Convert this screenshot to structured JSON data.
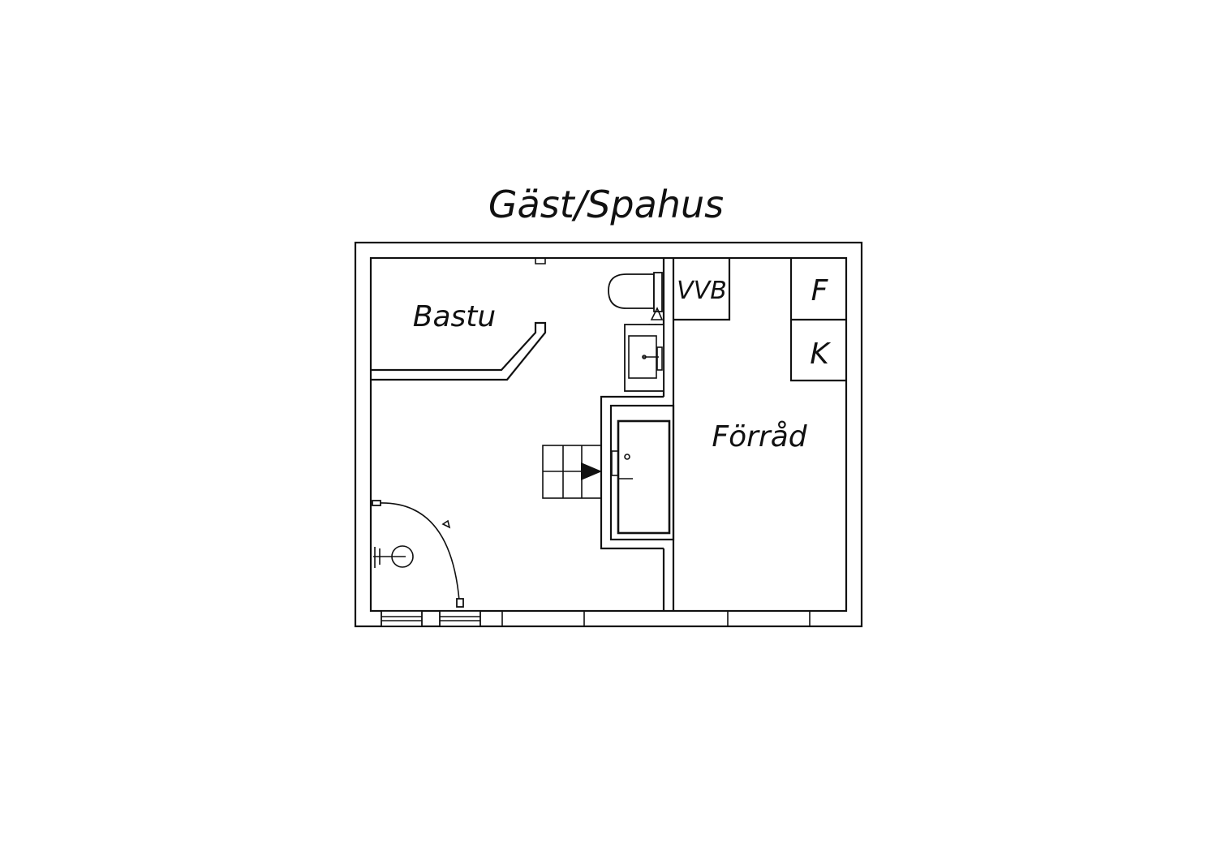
{
  "title": "Gäst/Spahus",
  "rooms": {
    "bastu": "Bastu",
    "forrad": "Förråd",
    "vvb": "VVB",
    "f": "F",
    "k": "K"
  },
  "colors": {
    "line": "#111111",
    "background": "#ffffff"
  }
}
